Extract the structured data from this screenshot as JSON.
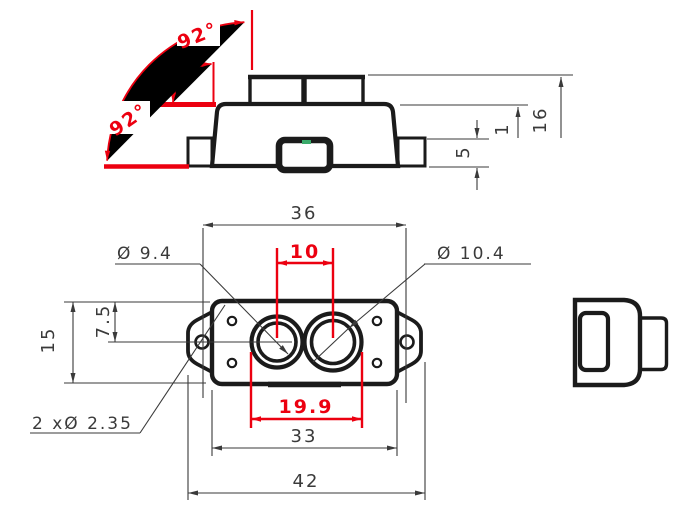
{
  "drawing": {
    "kind": "mechanical-dimension-drawing",
    "views": {
      "side_view": "device side elevation with angle dimensions",
      "front_view": "device front face with two lens apertures and mounting ears",
      "profile_view": "device end profile"
    },
    "dimensions": {
      "angle_upper": "92°",
      "angle_lower": "92°",
      "total_height": "16",
      "step_height": "1",
      "tab_height": "5",
      "hole_span": "36",
      "left_lens_dia": "Ø 9.4",
      "right_lens_dia": "Ø 10.4",
      "lens_spacing": "10",
      "lens_outer_span": "19.9",
      "body_width": "33",
      "overall_width": "42",
      "body_height": "15",
      "lens_center_offset": "7.5",
      "mount_hole_callout": "2 xØ 2.35"
    },
    "colors": {
      "outline_black": "#1b1b1b",
      "dimension_gray": "#3a3a3a",
      "accent_red": "#ec0010",
      "led_green": "#3aaa6a",
      "background": "#ffffff"
    }
  }
}
